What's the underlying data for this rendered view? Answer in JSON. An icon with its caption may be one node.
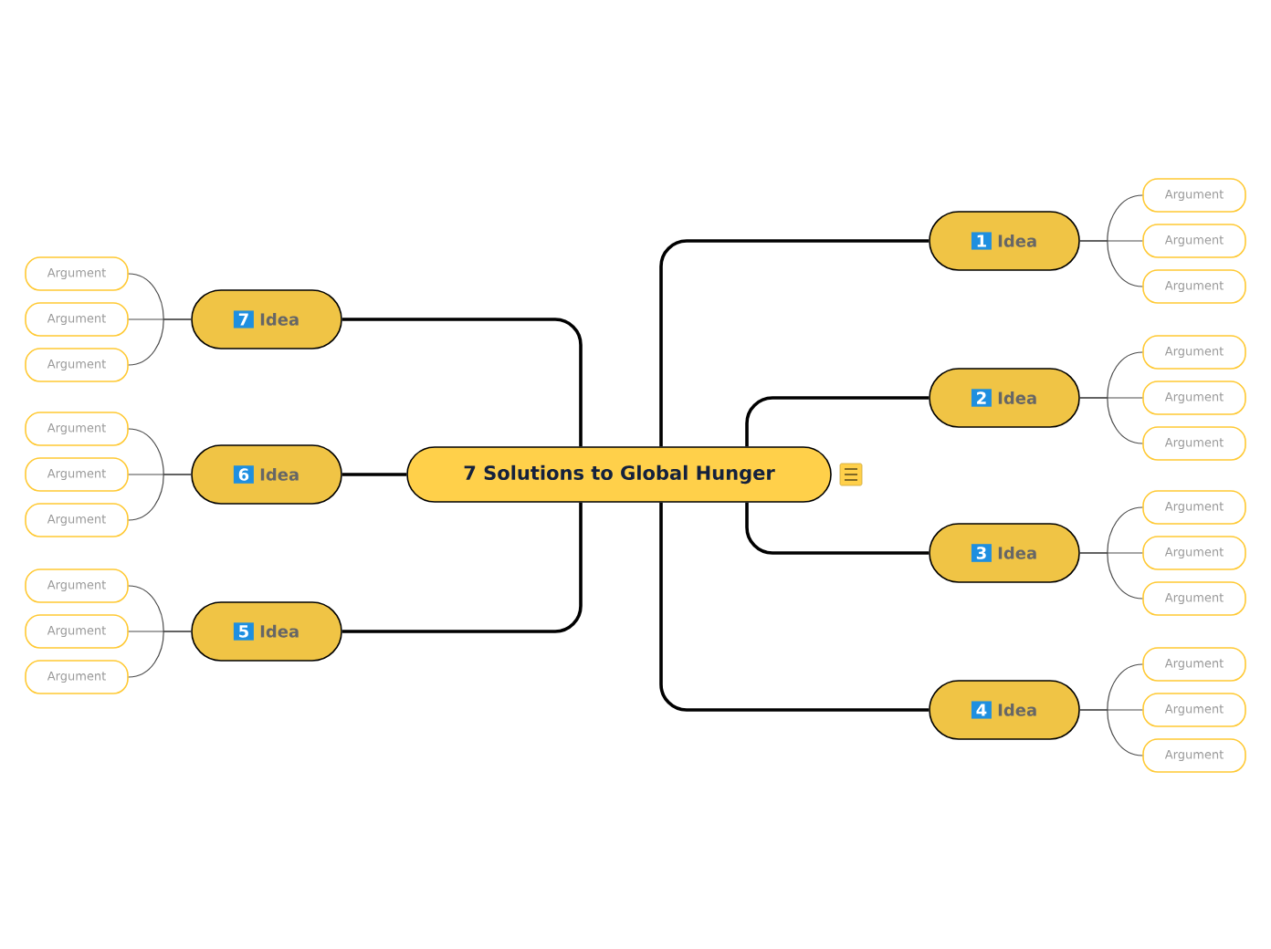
{
  "diagram": {
    "nodes": [
      {
        "text": [
          "7 Solutions to Global Hunger"
        ]
      },
      {
        "text": [
          "1",
          "Idea"
        ]
      },
      {
        "text": [
          "Argument"
        ]
      },
      {
        "text": [
          "Argument"
        ]
      },
      {
        "text": [
          "Argument"
        ]
      },
      {
        "text": [
          "2",
          "Idea"
        ]
      },
      {
        "text": [
          "Argument"
        ]
      },
      {
        "text": [
          "Argument"
        ]
      },
      {
        "text": [
          "Argument"
        ]
      },
      {
        "text": [
          "3",
          "Idea"
        ]
      },
      {
        "text": [
          "Argument"
        ]
      },
      {
        "text": [
          "Argument"
        ]
      },
      {
        "text": [
          "Argument"
        ]
      },
      {
        "text": [
          "4",
          "Idea"
        ]
      },
      {
        "text": [
          "Argument"
        ]
      },
      {
        "text": [
          "Argument"
        ]
      },
      {
        "text": [
          "Argument"
        ]
      },
      {
        "text": [
          "5",
          "Idea"
        ]
      },
      {
        "text": [
          "Argument"
        ]
      },
      {
        "text": [
          "Argument"
        ]
      },
      {
        "text": [
          "Argument"
        ]
      },
      {
        "text": [
          "6",
          "Idea"
        ]
      },
      {
        "text": [
          "Argument"
        ]
      },
      {
        "text": [
          "Argument"
        ]
      },
      {
        "text": [
          "Argument"
        ]
      },
      {
        "text": [
          "7",
          "Idea"
        ]
      },
      {
        "text": [
          "Argument"
        ]
      },
      {
        "text": [
          "Argument"
        ]
      },
      {
        "text": [
          "Argument"
        ]
      }
    ],
    "edges": [
      {
        "from": 0,
        "to": 1,
        "arrow": "none"
      },
      {
        "from": 1,
        "to": 2,
        "arrow": "none"
      },
      {
        "from": 1,
        "to": 3,
        "arrow": "none"
      },
      {
        "from": 1,
        "to": 4,
        "arrow": "none"
      },
      {
        "from": 0,
        "to": 5,
        "arrow": "none"
      },
      {
        "from": 5,
        "to": 6,
        "arrow": "none"
      },
      {
        "from": 5,
        "to": 7,
        "arrow": "none"
      },
      {
        "from": 5,
        "to": 8,
        "arrow": "none"
      },
      {
        "from": 0,
        "to": 9,
        "arrow": "none"
      },
      {
        "from": 9,
        "to": 10,
        "arrow": "none"
      },
      {
        "from": 9,
        "to": 11,
        "arrow": "none"
      },
      {
        "from": 9,
        "to": 12,
        "arrow": "none"
      },
      {
        "from": 0,
        "to": 13,
        "arrow": "none"
      },
      {
        "from": 13,
        "to": 14,
        "arrow": "none"
      },
      {
        "from": 13,
        "to": 15,
        "arrow": "none"
      },
      {
        "from": 13,
        "to": 16,
        "arrow": "none"
      },
      {
        "from": 0,
        "to": 17,
        "arrow": "none"
      },
      {
        "from": 17,
        "to": 18,
        "arrow": "none"
      },
      {
        "from": 17,
        "to": 19,
        "arrow": "none"
      },
      {
        "from": 17,
        "to": 20,
        "arrow": "none"
      },
      {
        "from": 0,
        "to": 21,
        "arrow": "none"
      },
      {
        "from": 21,
        "to": 22,
        "arrow": "none"
      },
      {
        "from": 21,
        "to": 23,
        "arrow": "none"
      },
      {
        "from": 21,
        "to": 24,
        "arrow": "none"
      },
      {
        "from": 0,
        "to": 25,
        "arrow": "none"
      },
      {
        "from": 25,
        "to": 26,
        "arrow": "none"
      },
      {
        "from": 25,
        "to": 27,
        "arrow": "none"
      },
      {
        "from": 25,
        "to": 28,
        "arrow": "none"
      }
    ]
  }
}
